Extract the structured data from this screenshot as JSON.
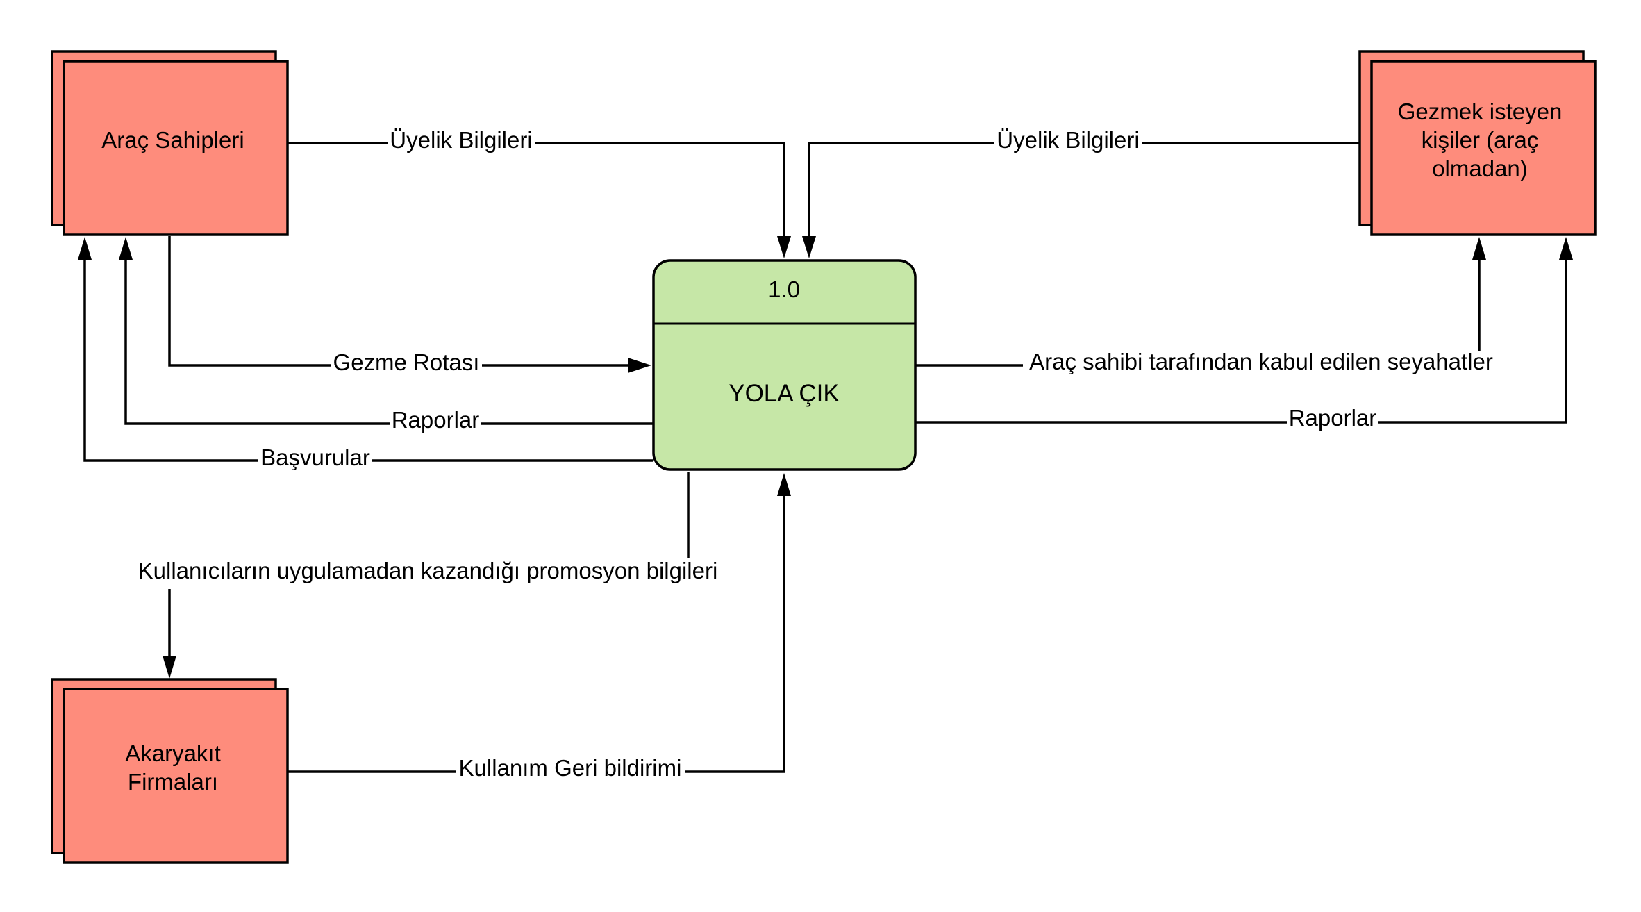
{
  "colors": {
    "entity_fill": "#fe8c7c",
    "process_fill": "#c6e7a7",
    "stroke": "#000000",
    "background": "#ffffff"
  },
  "entities": {
    "owners": {
      "lines": [
        "Araç Sahipleri"
      ]
    },
    "travelers": {
      "lines": [
        "Gezmek isteyen",
        "kişiler (araç",
        "olmadan)"
      ]
    },
    "fuel": {
      "lines": [
        "Akaryakıt",
        "Firmaları"
      ]
    }
  },
  "process": {
    "id": "1.0",
    "name": "YOLA ÇIK"
  },
  "flows": {
    "owner_membership": "Üyelik Bilgileri",
    "traveler_membership": "Üyelik Bilgileri",
    "route": "Gezme Rotası",
    "owner_reports": "Raporlar",
    "applications": "Başvurular",
    "accepted_trips": "Araç sahibi tarafından kabul edilen seyahatler",
    "traveler_reports": "Raporlar",
    "promotions": "Kullanıcıların uygulamadan kazandığı promosyon bilgileri",
    "feedback": "Kullanım Geri bildirimi"
  }
}
